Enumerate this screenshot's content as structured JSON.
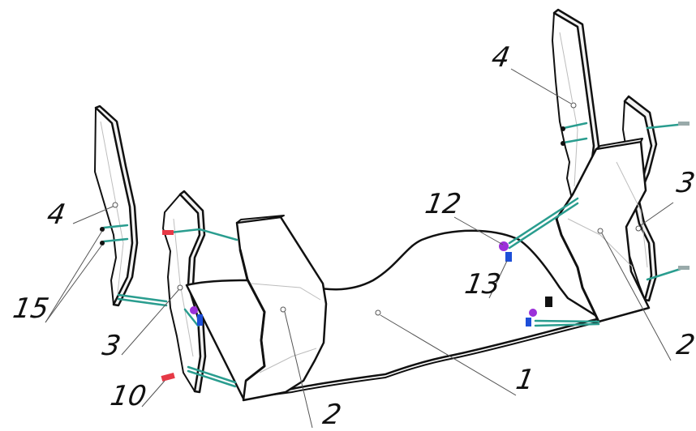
{
  "callouts": {
    "part_1": "1",
    "part_2_center": "2",
    "part_2_right": "2",
    "part_3_left": "3",
    "part_3_right": "3",
    "part_4_left": "4",
    "part_4_right": "4",
    "part_10": "10",
    "part_12": "12",
    "part_13": "13",
    "part_15": "15"
  },
  "colors": {
    "outline": "#111111",
    "rod": "#2a9d8f",
    "red_fastener": "#e63946",
    "violet_fastener": "#9b30d9",
    "blue_fastener": "#1d4ed8"
  }
}
